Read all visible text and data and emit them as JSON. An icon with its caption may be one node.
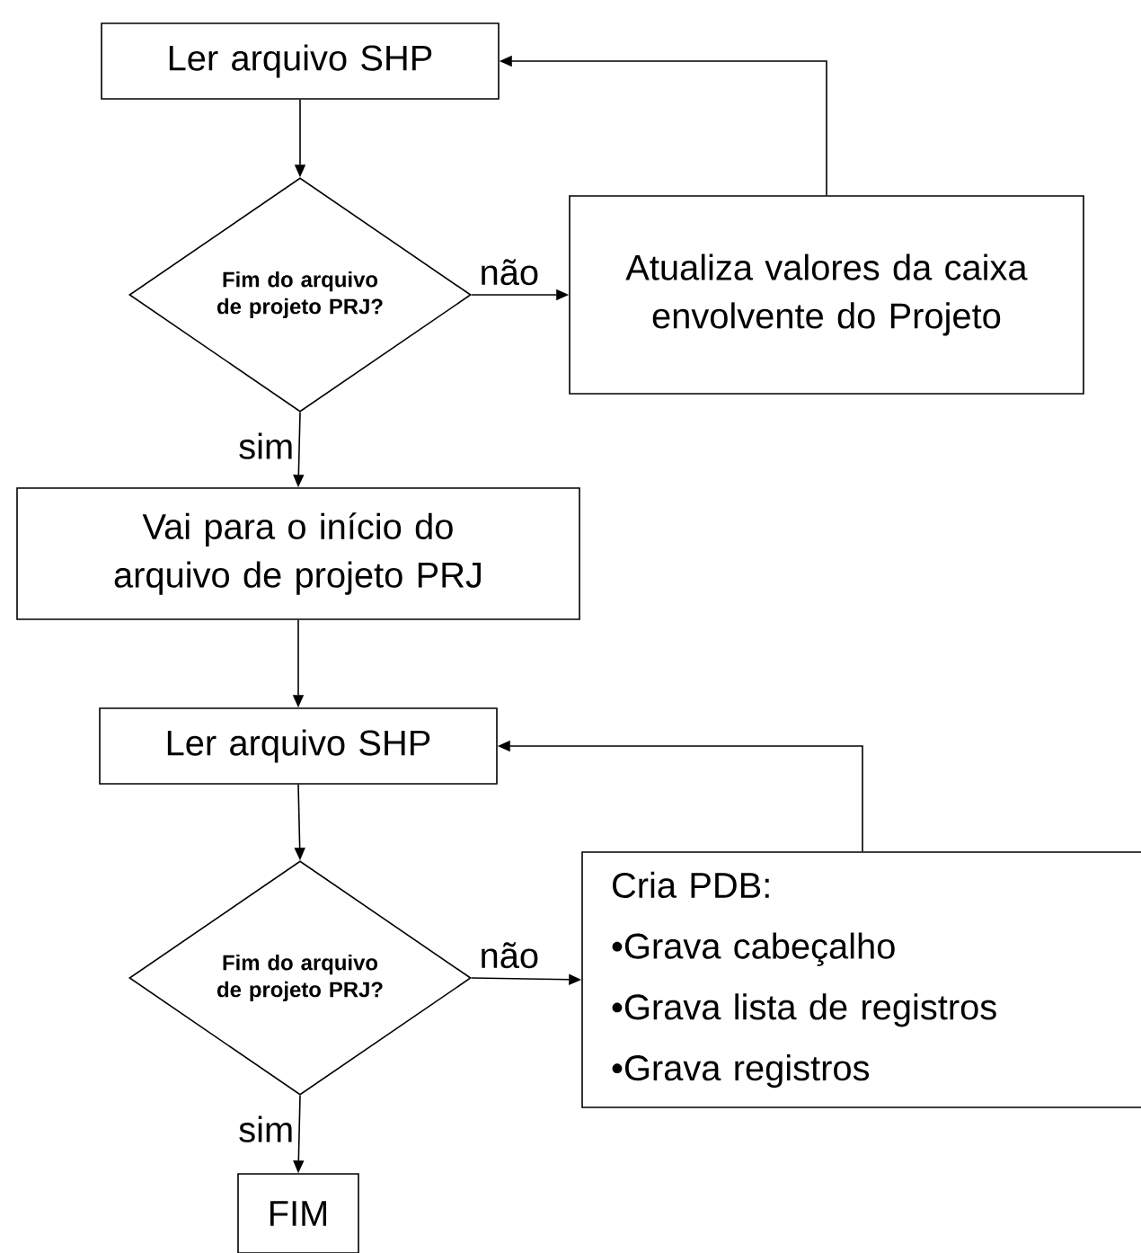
{
  "diagram": {
    "nodes": [
      {
        "text": [
          "Ler arquivo SHP"
        ]
      },
      {
        "text": [
          "Fim do arquivo de projeto PRJ?"
        ]
      },
      {
        "text": [
          "Atualiza valores da caixa envolvente do Projeto"
        ]
      },
      {
        "text": [
          "Vai para o início do arquivo de projeto PRJ"
        ]
      },
      {
        "text": [
          "Ler arquivo SHP"
        ]
      },
      {
        "text": [
          "Fim do arquivo de projeto PRJ?"
        ]
      },
      {
        "text": [
          "Cria PDB:",
          "•Grava cabeçalho",
          "•Grava lista de registros",
          "•Grava registros"
        ]
      },
      {
        "text": [
          "FIM"
        ]
      }
    ],
    "edges": [
      {
        "from": 0,
        "to": 1,
        "arrow": "to"
      },
      {
        "from": 1,
        "to": 2,
        "arrow": "to",
        "label": "não"
      },
      {
        "from": 2,
        "to": 0,
        "arrow": "to"
      },
      {
        "from": 1,
        "to": 3,
        "arrow": "to",
        "label": "sim"
      },
      {
        "from": 3,
        "to": 4,
        "arrow": "to"
      },
      {
        "from": 4,
        "to": 5,
        "arrow": "to"
      },
      {
        "from": 5,
        "to": 6,
        "arrow": "to",
        "label": "não"
      },
      {
        "from": 6,
        "to": 4,
        "arrow": "to"
      },
      {
        "from": 5,
        "to": 7,
        "arrow": "to",
        "label": "sim"
      }
    ]
  }
}
